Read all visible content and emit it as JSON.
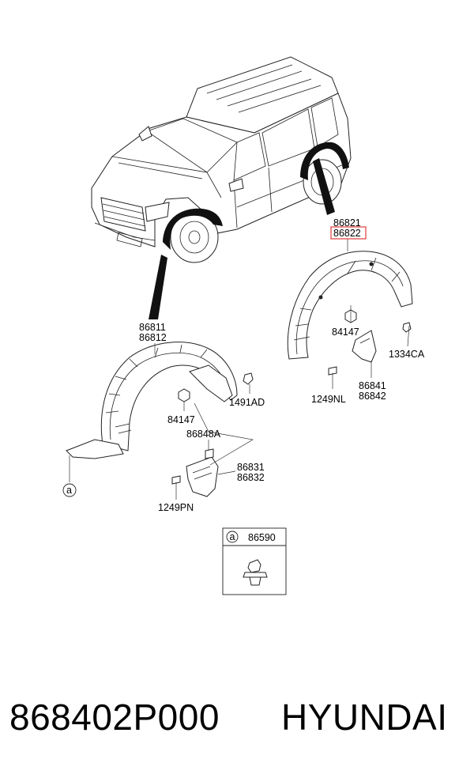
{
  "diagram": {
    "callouts": {
      "rear_liner_lh": "86821",
      "rear_liner_rh": "86822",
      "front_liner_lh": "86811",
      "front_liner_rh": "86812",
      "nut_front": "84147",
      "nut_rear": "84147",
      "bolt_front": "1491AD",
      "bolt_rear": "1334CA",
      "bracket_front": "86848A",
      "front_flap_lh": "86831",
      "front_flap_rh": "86832",
      "rear_flap_lh": "86841",
      "rear_flap_rh": "86842",
      "screw_front": "1249PN",
      "screw_rear": "1249NL",
      "clip_ref": "a",
      "inset_ref": "a",
      "inset_part": "86590"
    },
    "highlight_color": "#e23b3b"
  },
  "footer": {
    "part_number": "868402P000",
    "brand": "HYUNDAI"
  }
}
